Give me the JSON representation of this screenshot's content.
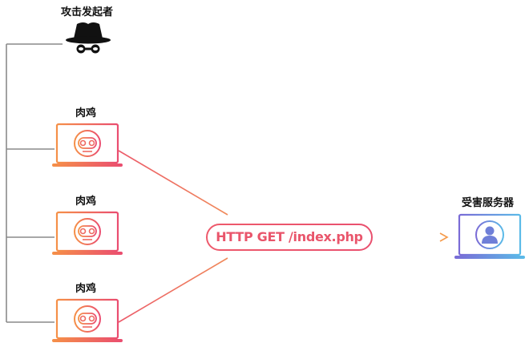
{
  "nodes": {
    "attacker": {
      "label": "攻击发起者",
      "icon": "hacker-icon"
    },
    "bots": [
      {
        "label": "肉鸡",
        "icon": "robot-face-icon"
      },
      {
        "label": "肉鸡",
        "icon": "robot-face-icon"
      },
      {
        "label": "肉鸡",
        "icon": "robot-face-icon"
      }
    ],
    "victim": {
      "label": "受害服务器",
      "icon": "user-icon"
    }
  },
  "request": {
    "label": "HTTP GET /index.php"
  },
  "colors": {
    "bot_gradient_start": "#f58a4f",
    "bot_gradient_end": "#ea4f6e",
    "victim_gradient_start": "#7b6fd6",
    "victim_gradient_end": "#5fb7e6",
    "request_border": "#ec5b6f",
    "tree_line": "#8a8a8a"
  }
}
